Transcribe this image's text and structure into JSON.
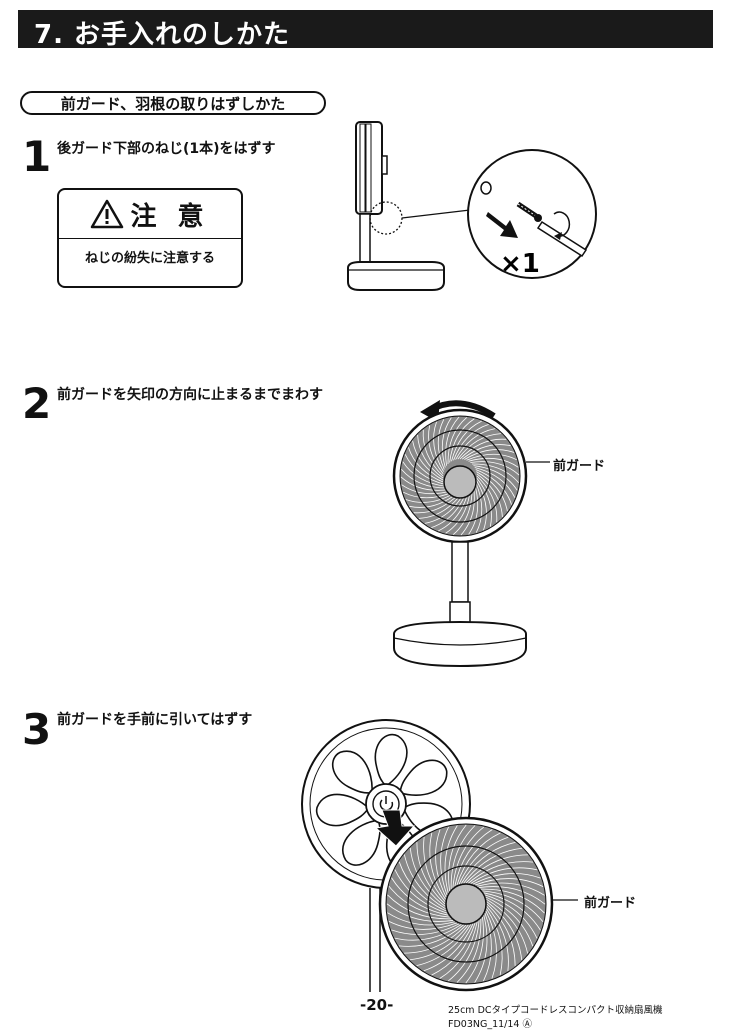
{
  "header": {
    "title": "7. お手入れのしかた"
  },
  "section": {
    "title": "前ガード、羽根の取りはずしかた"
  },
  "steps": [
    {
      "number": "1",
      "text": "後ガード下部のねじ(1本)をはずす"
    },
    {
      "number": "2",
      "text": "前ガードを矢印の方向に止まるまでまわす"
    },
    {
      "number": "3",
      "text": "前ガードを手前に引いてはずす"
    }
  ],
  "caution": {
    "title": "注 意",
    "body": "ねじの紛失に注意する"
  },
  "figure1": {
    "count_label": "×1"
  },
  "figure2": {
    "callout": "前ガード"
  },
  "figure3": {
    "callout": "前ガード"
  },
  "footer": {
    "page": "-20-",
    "model": "25cm DCタイプコードレスコンパクト収納扇風機 FD03NG_11/14 Ⓐ"
  }
}
